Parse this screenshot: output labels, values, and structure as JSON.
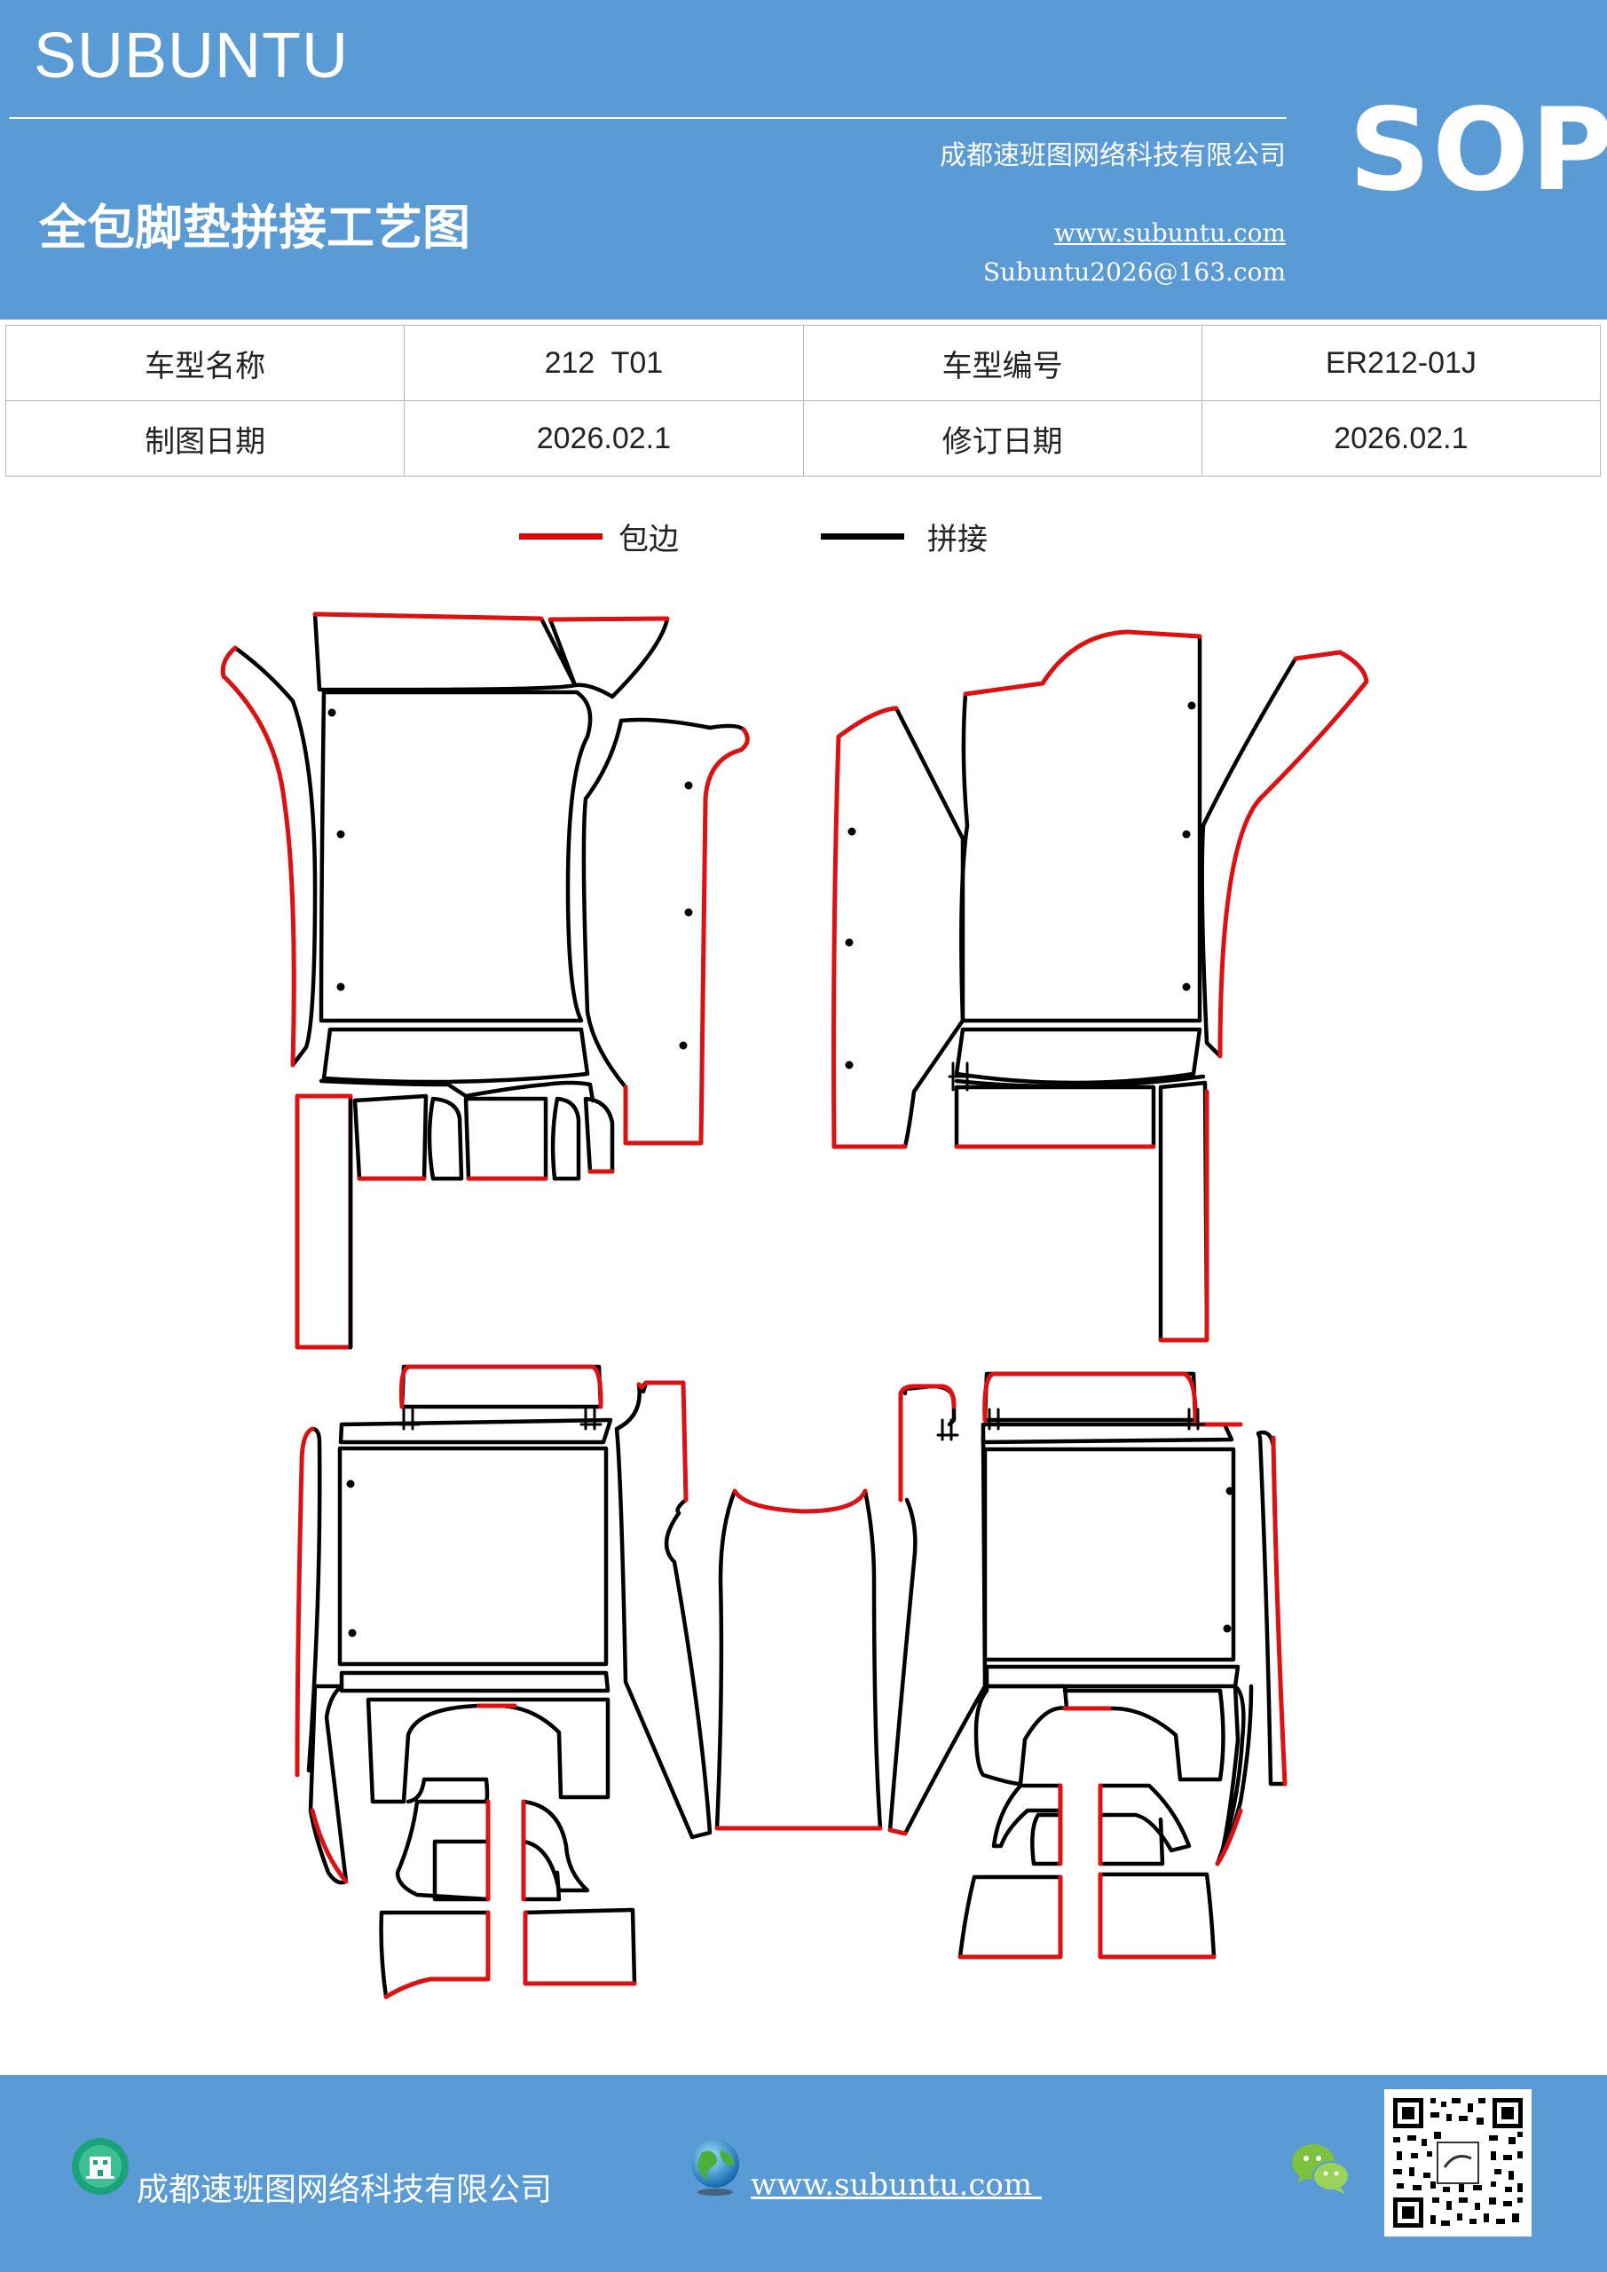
{
  "header": {
    "brand": "SUBUNTU",
    "company": "成都速班图网络科技有限公司",
    "title": "全包脚垫拼接工艺图",
    "website": "www.subuntu.com",
    "email": "Subuntu2026@163.com",
    "badge": "SOP",
    "bg_color": "#5b9bd5"
  },
  "info_table": {
    "rows": [
      {
        "label1": "车型名称",
        "value1": "212  T01",
        "label2": "车型编号",
        "value2": "ER212-01J"
      },
      {
        "label1": "制图日期",
        "value1": "2026.02.1",
        "label2": "修订日期",
        "value2": "2026.02.1"
      }
    ]
  },
  "legend": {
    "edge_label": "包边",
    "edge_color": "#e00000",
    "splice_label": "拼接",
    "splice_color": "#000000"
  },
  "footer": {
    "company": "成都速班图网络科技有限公司",
    "website": "www.subuntu.com ",
    "icons": [
      "building-icon",
      "globe-icon",
      "wechat-icon",
      "qr-code"
    ]
  }
}
